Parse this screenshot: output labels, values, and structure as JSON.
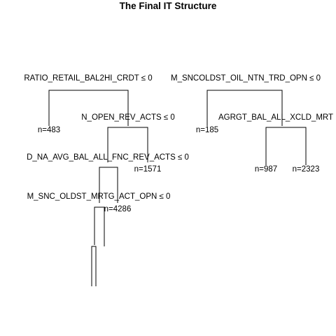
{
  "title": "The Final IT Structure",
  "splits": {
    "root": "RATIO_RETAIL_BAL2HI_CRDT ≤ 0",
    "right": "M_SNCOLDST_OIL_NTN_TRD_OPN ≤ 0",
    "left_right": "N_OPEN_REV_ACTS ≤ 0",
    "right_right": "AGRGT_BAL_ALL_XCLD_MRT",
    "level3": "D_NA_AVG_BAL_ALL_FNC_REV_ACTS ≤ 0",
    "level4": "M_SNC_OLDST_MRTG_ACT_OPN ≤ 0"
  },
  "leaves": {
    "n483": "n=483",
    "n185": "n=185",
    "n1571": "n=1571",
    "n987": "n=987",
    "n2323": "n=2323",
    "n4286": "n=4286"
  }
}
